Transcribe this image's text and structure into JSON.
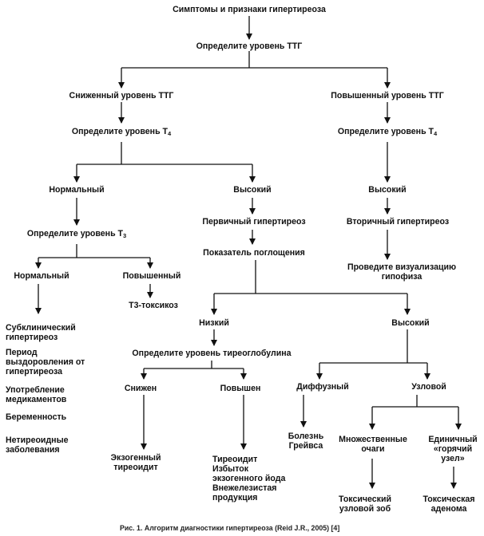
{
  "nodes": {
    "root": "Симптомы и признаки гипертиреоза",
    "tsh": "Определите уровень ТТГ",
    "low_tsh": "Сниженный уровень ТТГ",
    "high_tsh": "Повышенный уровень ТТГ",
    "t4_left": "Определите уровень Т",
    "t4_left_sub": "4",
    "t4_right": "Определите уровень Т",
    "t4_right_sub": "4",
    "normal_1": "Нормальный",
    "high_1": "Высокий",
    "high_right": "Высокий",
    "t3": "Определите уровень Т",
    "t3_sub": "3",
    "primary": "Первичный гипертиреоз",
    "secondary": "Вторичный гипертиреоз",
    "uptake": "Показатель поглощения",
    "imaging_1": "Проведите визуализацию",
    "imaging_2": "гипофиза",
    "normal_2": "Нормальный",
    "elevated": "Повышенный",
    "t3_toxicosis": "Т3-токсикоз",
    "low_uptake": "Низкий",
    "high_uptake": "Высокий",
    "subclinical_1": "Субклинический",
    "subclinical_2": "гипертиреоз",
    "recovery_1": "Период",
    "recovery_2": "выздоровления от",
    "recovery_3": "гипертиреоза",
    "drugs_1": "Употребление",
    "drugs_2": "медикаментов",
    "pregnancy": "Беременность",
    "nonthyroid_1": "Нетиреоидные",
    "nonthyroid_2": "заболевания",
    "thyroglobulin": "Определите уровень тиреоглобулина",
    "diffuse": "Диффузный",
    "nodular": "Узловой",
    "reduced": "Снижен",
    "increased": "Повышен",
    "graves_1": "Болезнь",
    "graves_2": "Грейвса",
    "multi_1": "Множественные",
    "multi_2": "очаги",
    "single_1": "Единичный",
    "single_2": "«горячий",
    "single_3": "узел»",
    "exogenous_1": "Экзогенный",
    "exogenous_2": "тиреоидит",
    "thyroiditis_1": "Тиреоидит",
    "thyroiditis_2": "Избыток",
    "thyroiditis_3": "экзогенного йода",
    "thyroiditis_4": "Внежелезистая",
    "thyroiditis_5": "продукция",
    "toxic_nodular_1": "Токсический",
    "toxic_nodular_2": "узловой зоб",
    "toxic_adenoma_1": "Токсическая",
    "toxic_adenoma_2": "аденома"
  },
  "caption": "Рис. 1. Алгоритм диагностики гипертиреоза (Reid J.R., 2005) [4]"
}
